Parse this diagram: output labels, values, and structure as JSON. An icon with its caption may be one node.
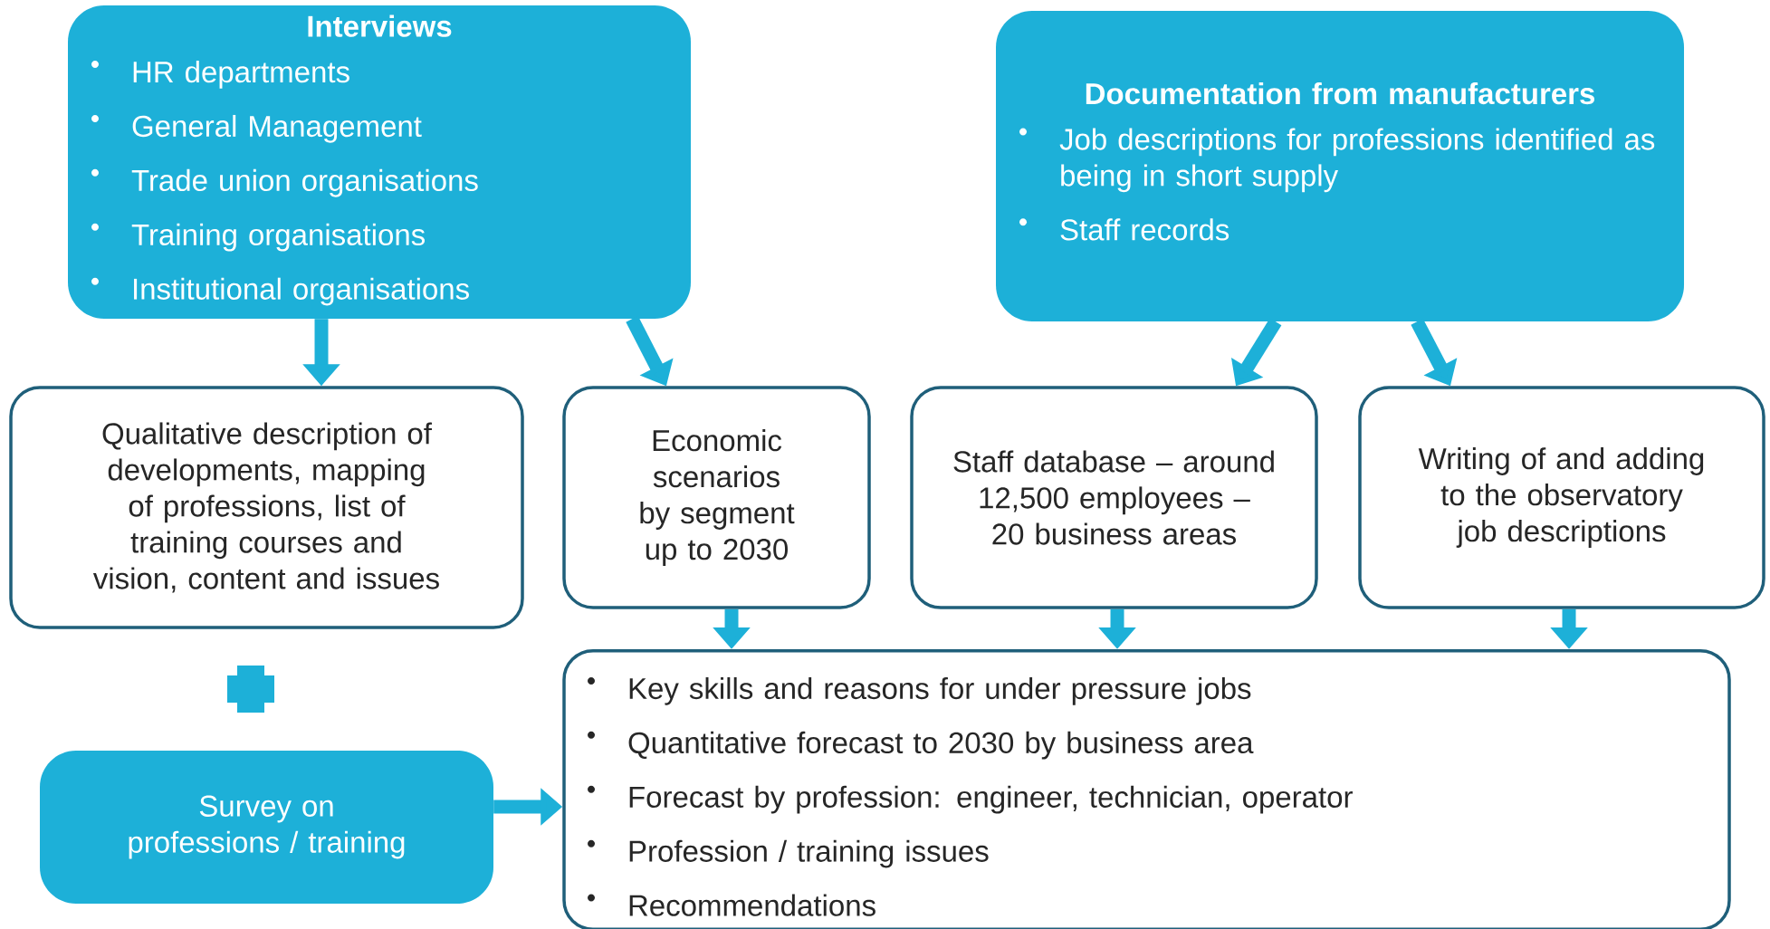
{
  "diagram": {
    "nodes": [
      {
        "text": [
          "Interviews",
          "HR departments",
          "General Management",
          "Trade union organisations",
          "Training organisations",
          "Institutional organisations"
        ]
      },
      {
        "text": [
          "Documentation from manufacturers",
          "Job descriptions for professions identified as being in short supply",
          "Staff records"
        ]
      },
      {
        "text": [
          "Qualitative description of developments, mapping of professions, list of training courses and vision, content and issues"
        ]
      },
      {
        "text": [
          "Economic scenarios by segment up to 2030"
        ]
      },
      {
        "text": [
          "Staff database – around 12,500 employees – 20 business areas"
        ]
      },
      {
        "text": [
          "Writing of and adding to the observatory job descriptions"
        ]
      },
      {
        "text": [
          "Survey on professions / training"
        ]
      },
      {
        "text": [
          "Key skills and reasons for under pressure jobs",
          "Quantitative forecast to 2030 by business area",
          "Forecast by profession: engineer, technician, operator",
          "Profession / training issues",
          "Recommendations"
        ]
      }
    ],
    "edges": [
      {
        "from": 0,
        "to": 2,
        "arrow": "to"
      },
      {
        "from": 0,
        "to": 3,
        "arrow": "to"
      },
      {
        "from": 1,
        "to": 4,
        "arrow": "to"
      },
      {
        "from": 1,
        "to": 5,
        "arrow": "to"
      },
      {
        "from": 3,
        "to": 7,
        "arrow": "to"
      },
      {
        "from": 4,
        "to": 7,
        "arrow": "to"
      },
      {
        "from": 5,
        "to": 7,
        "arrow": "to"
      },
      {
        "from": 6,
        "to": 7,
        "arrow": "to"
      }
    ]
  }
}
